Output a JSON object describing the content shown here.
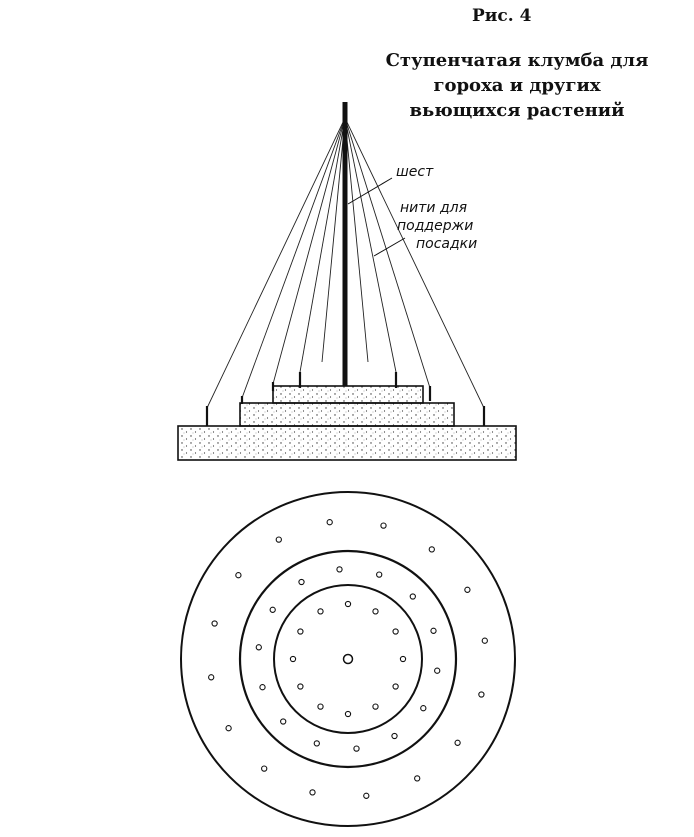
{
  "figure_label": "Рис. 4",
  "title_lines": [
    "Ступенчатая клумба для",
    "гороха и других",
    "вьющихся растений"
  ],
  "labels": {
    "pole": "шест",
    "threads_line1": "нити для",
    "threads_line2": "поддержи",
    "threads_line3": "посадки"
  }
}
